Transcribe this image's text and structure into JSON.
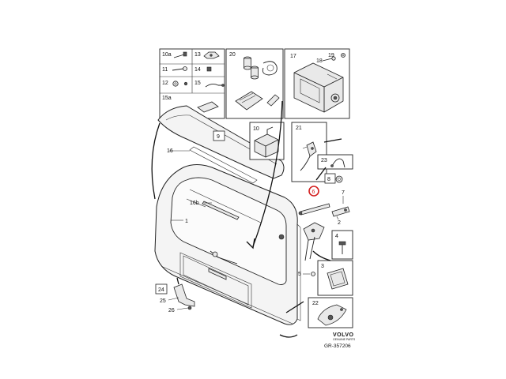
{
  "parts": {
    "p10a": "10a",
    "p13": "13",
    "p11": "11",
    "p14": "14",
    "p12": "12",
    "p15": "15",
    "p15a": "15a",
    "p20": "20",
    "p17": "17",
    "p18": "18",
    "p19": "19",
    "p9": "9",
    "p10": "10",
    "p21": "21",
    "p16": "16",
    "p16b": "16b",
    "p1": "1",
    "p23": "23",
    "p8": "8",
    "p6": "6",
    "p7": "7",
    "p2": "2",
    "p4": "4",
    "p3": "3",
    "p5": "5",
    "p24": "24",
    "p25": "25",
    "p26": "26",
    "p22": "22"
  },
  "highlight": {
    "label": "6",
    "color": "#d42020"
  },
  "footer": {
    "brand": "VOLVO",
    "brand_sub": "GENUINE PARTS",
    "code": "GR-357206"
  }
}
